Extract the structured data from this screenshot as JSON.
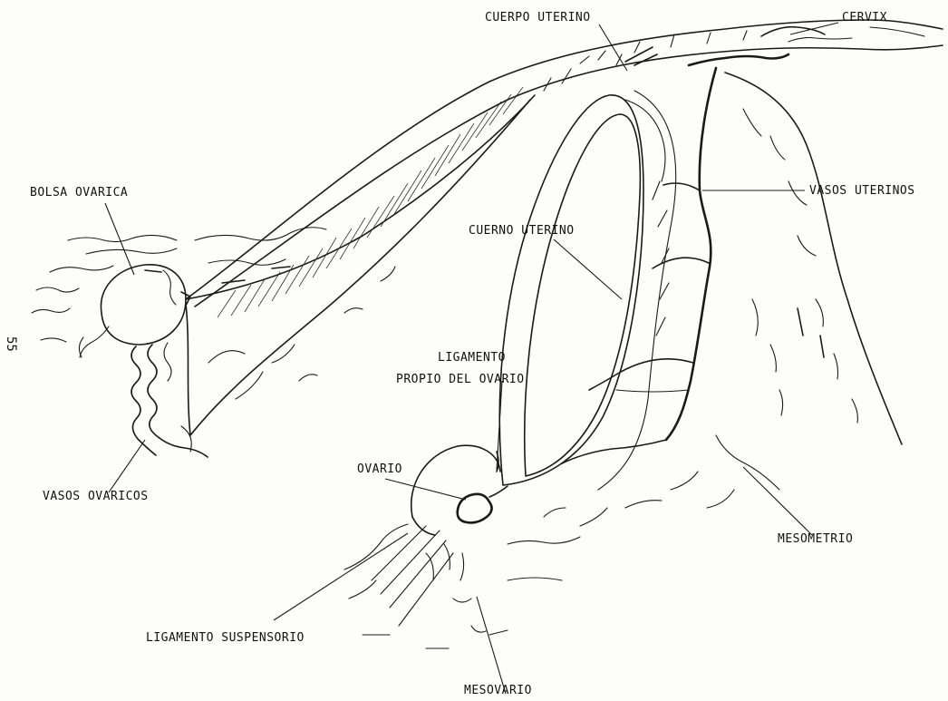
{
  "labels": {
    "cuerpo_uterino": "CUERPO UTERINO",
    "cervix": "CERVIX",
    "bolsa_ovarica": "BOLSA OVARICA",
    "vasos_uterinos": "VASOS UTERINOS",
    "cuerno_uterino": "CUERNO UTERINO",
    "ligamento_line1": "LIGAMENTO",
    "ligamento_line2": "PROPIO DEL OVARIO",
    "ovario": "OVARIO",
    "vasos_ovaricos": "VASOS OVARICOS",
    "mesometrio": "MESOMETRIO",
    "ligamento_suspensorio": "LIGAMENTO SUSPENSORIO",
    "mesovario": "MESOVARIO"
  },
  "page_number": "55"
}
